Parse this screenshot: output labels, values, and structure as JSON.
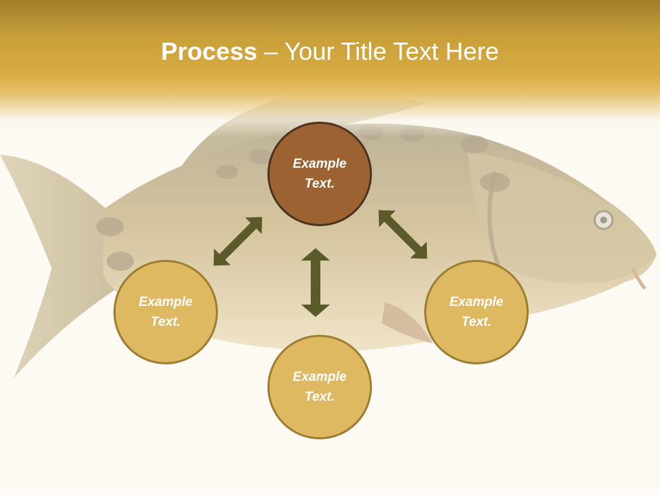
{
  "title": {
    "bold": "Process",
    "rest": " – Your Title Text Here"
  },
  "nodes": {
    "top": "Example Text.",
    "left": "Example Text.",
    "bottom": "Example Text.",
    "right": "Example Text."
  },
  "colors": {
    "header": "#d4a63e",
    "circle_gold": "#dfb862",
    "circle_brown": "#9c6231",
    "arrow": "#5b5a2a"
  },
  "background_image": "carp-fish-faded"
}
